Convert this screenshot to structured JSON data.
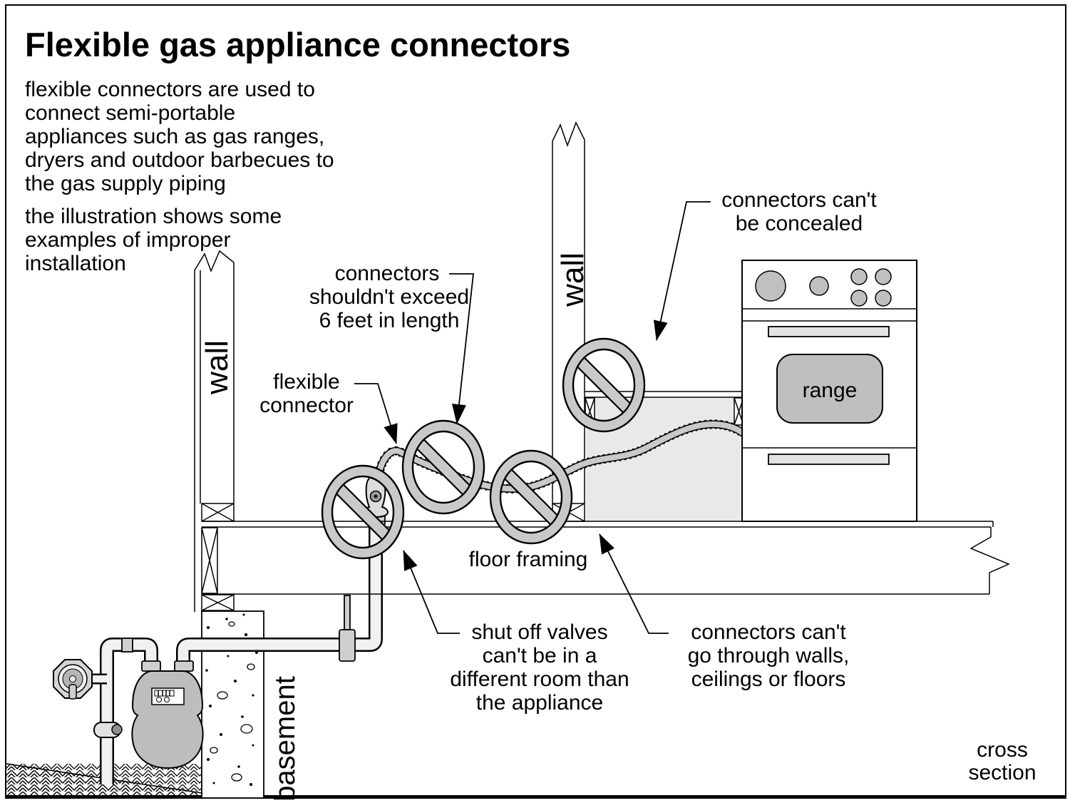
{
  "title": "Flexible gas appliance connectors",
  "intro": {
    "para1_lines": [
      "flexible connectors are used to",
      "connect semi-portable",
      "appliances such as gas ranges,",
      "dryers and outdoor barbecues to",
      "the gas supply piping"
    ],
    "para2_lines": [
      "the illustration shows some",
      "examples of improper",
      "installation"
    ]
  },
  "labels": {
    "exceed_lines": [
      "connectors",
      "shouldn't exceed",
      "6 feet in length"
    ],
    "flexible_lines": [
      "flexible",
      "connector"
    ],
    "concealed_lines": [
      "connectors can't",
      "be concealed"
    ],
    "floor_framing": "floor framing",
    "shutoff_lines": [
      "shut off valves",
      "can't be in a",
      "different room than",
      "the appliance"
    ],
    "through_lines": [
      "connectors can't",
      "go through walls,",
      "ceilings or floors"
    ],
    "cross_section_lines": [
      "cross",
      "section"
    ],
    "wall_left": "wall",
    "wall_right": "wall",
    "basement": "basement",
    "range": "range"
  },
  "icons": {
    "prohibition": "no-symbol (circle with diagonal slash)",
    "prohibition_count": 4,
    "break_symbol": "zigzag wall/floor break"
  },
  "colors": {
    "ink": "#000000",
    "symbol_gray": "#c9c9c9",
    "concealed_area_gray": "#e9e9e9",
    "oven_window_gray": "#bfbfbf",
    "meter_body_gray": "#bdbdbd",
    "background": "#ffffff"
  }
}
